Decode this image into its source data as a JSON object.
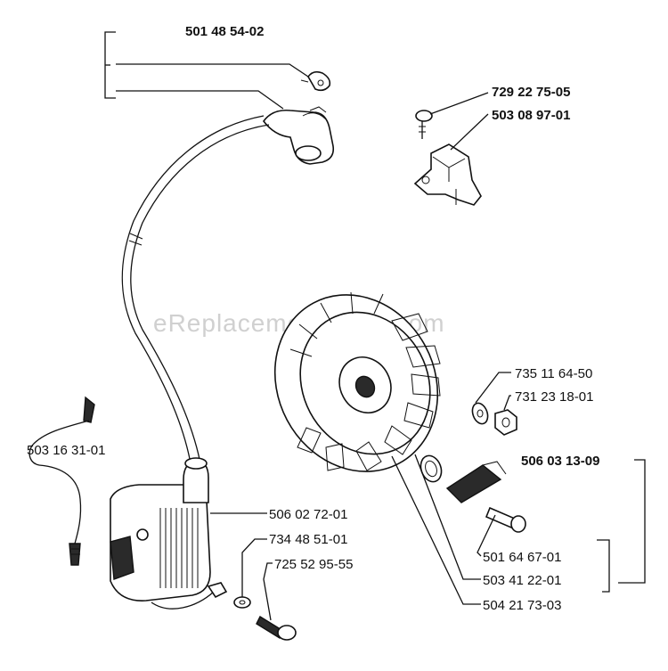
{
  "watermark": "eReplacementParts.com",
  "part_numbers": {
    "ignition_lead": "501 48 54-02",
    "screw_top": "729 22 75-05",
    "bracket": "503 08 97-01",
    "ground_wire": "503 16 31-01",
    "washer": "735 11 64-50",
    "nut": "731 23 18-01",
    "flywheel_kit": "506 03 13-09",
    "ignition_coil": "506 02 72-01",
    "coil_washer": "734 48 51-01",
    "coil_screw": "725 52 95-55",
    "pawl_screw": "501 64 67-01",
    "pawl": "503 41 22-01",
    "flywheel": "504 21 73-03"
  }
}
